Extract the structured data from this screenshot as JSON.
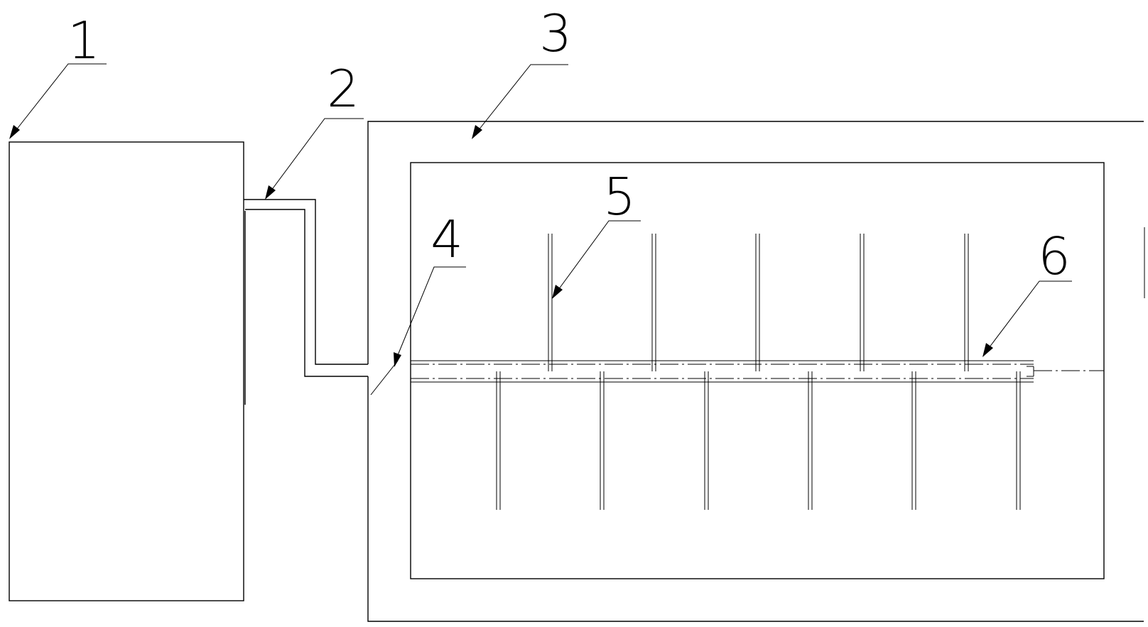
{
  "callouts": [
    {
      "id": "1",
      "text": "1",
      "part": "tank"
    },
    {
      "id": "2",
      "text": "2",
      "part": "connecting-pipe"
    },
    {
      "id": "3",
      "text": "3",
      "part": "outer-housing"
    },
    {
      "id": "4",
      "text": "4",
      "part": "pipe-inlet"
    },
    {
      "id": "5",
      "text": "5",
      "part": "nozzle-needle"
    },
    {
      "id": "6",
      "text": "6",
      "part": "distribution-manifold"
    }
  ],
  "upper_needle_count": 5,
  "lower_needle_count": 6
}
